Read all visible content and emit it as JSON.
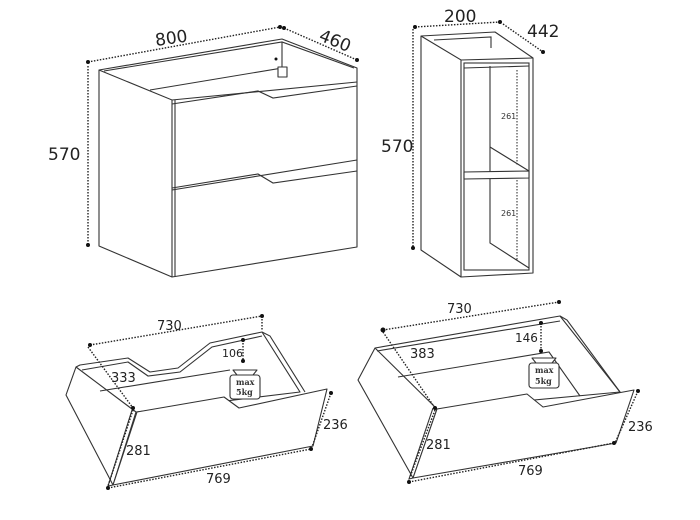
{
  "cabinet": {
    "width": "800",
    "depth": "460",
    "height": "570"
  },
  "shelf_unit": {
    "width": "200",
    "depth": "442",
    "height": "570",
    "shelf_upper": "261",
    "shelf_lower": "261"
  },
  "drawer_top": {
    "inner_width": "730",
    "depth": "333",
    "cutout_depth": "106",
    "front_width": "769",
    "front_height": "236",
    "side_height": "281",
    "load_max": "max",
    "load_value": "5kg"
  },
  "drawer_bottom": {
    "inner_width": "730",
    "depth": "383",
    "height": "146",
    "front_width": "769",
    "front_height": "236",
    "side_height": "281",
    "load_max": "max",
    "load_value": "5kg"
  }
}
